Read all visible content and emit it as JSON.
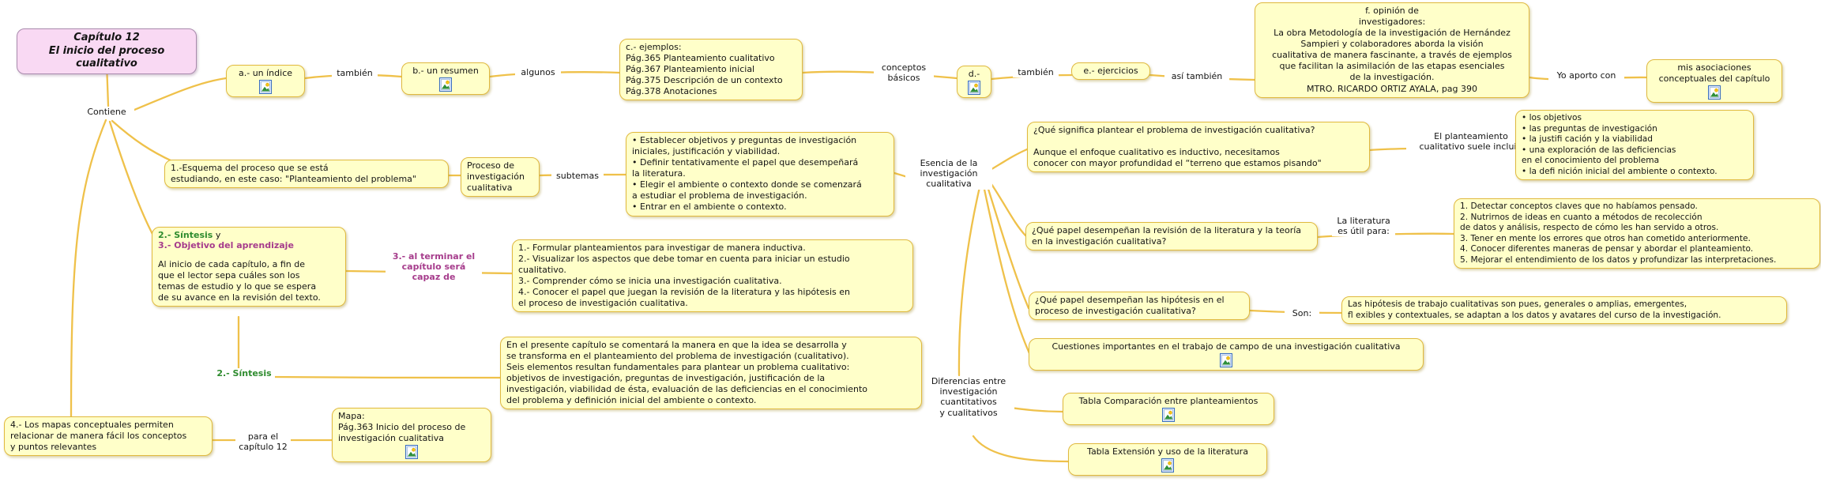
{
  "title": {
    "text": "Capítulo 12\nEl inicio del proceso cualitativo"
  },
  "labels": {
    "contiene": "Contiene",
    "tambien1": "también",
    "algunos": "algunos",
    "conceptos_basicos": "conceptos\nbásicos",
    "tambien2": "también",
    "asi_tambien": "así también",
    "yo_aporto": "Yo aporto con",
    "subtemas": "subtemas",
    "esencia": "Esencia de la\ninvestigación\ncualitativa",
    "planteamiento": "El planteamiento\ncualitativo suele incluir:",
    "literatura_util": "La literatura\nes útil para:",
    "son": "Son:",
    "diferencias": "Diferencias entre\ninvestigación\ncuantitativos\ny cualitativos",
    "terminar": "3.- al terminar el\ncapítulo será\ncapaz de",
    "sintesis": "2.- Síntesis",
    "para_capitulo": "para el\ncapítulo 12"
  },
  "nodes": {
    "a_indice": {
      "text": "a.- un índice"
    },
    "b_resumen": {
      "text": "b.- un resumen"
    },
    "c_ejemplos": {
      "text": "c.- ejemplos:\nPág.365 Planteamiento cualitativo\nPág.367 Planteamiento inicial\nPág.375 Descripción de un contexto\nPág.378 Anotaciones"
    },
    "d": {
      "text": "d.-"
    },
    "e_ejercicios": {
      "text": "e.- ejercicios"
    },
    "f_opinion": {
      "text": "f. opinión de\ninvestigadores:\nLa obra Metodología de la investigación de Hernández\nSampieri y colaboradores aborda la visión\ncualitativa de manera fascinante, a través de ejemplos\nque facilitan la asimilación de las etapas esenciales\nde la investigación.\nMTRO. RICARDO ORTIZ AYALA, pag 390"
    },
    "mis_asociaciones": {
      "text": "mis asociaciones\nconceptuales del capítulo"
    },
    "esquema": {
      "text": "1.-Esquema del proceso que se está\nestudiando, en este caso: \"Planteamiento del problema\""
    },
    "proceso": {
      "text": "Proceso de\ninvestigación\ncualitativa"
    },
    "subtemas_box": {
      "text": "• Establecer objetivos y preguntas de investigación\niniciales, justificación y viabilidad.\n• Definir tentativamente el papel que desempeñará\nla literatura.\n• Elegir el ambiente o contexto donde se comenzará\na estudiar el problema de investigación.\n• Entrar en el ambiente o contexto."
    },
    "q_significa": {
      "text": "¿Qué significa plantear el problema de investigación cualitativa?\n\nAunque el enfoque cualitativo es inductivo, necesitamos\nconocer con mayor profundidad el “terreno que estamos pisando\""
    },
    "incluir": {
      "text": "• los objetivos\n• las preguntas de investigación\n• la justifi cación y la viabilidad\n• una exploración de las deficiencias\nen el conocimiento del problema\n• la defi nición inicial del ambiente o contexto."
    },
    "q_literatura": {
      "text": "¿Qué papel desempeñan la revisión de la literatura y la teoría\nen la investigación cualitativa?"
    },
    "literatura_box": {
      "text": "1. Detectar conceptos claves que no habíamos pensado.\n2. Nutrirnos de ideas en cuanto a métodos de recolección\nde datos y análisis, respecto de cómo les han servido a otros.\n3. Tener en mente los errores que otros han cometido anteriormente.\n4. Conocer diferentes maneras de pensar y abordar el planteamiento.\n5. Mejorar el entendimiento de los datos y profundizar las interpretaciones."
    },
    "q_hipotesis": {
      "text": "¿Qué papel desempeñan las hipótesis en el\nproceso de investigación cualitativa?"
    },
    "hipotesis": {
      "text": "Las hipótesis de trabajo cualitativas son pues, generales o amplias, emergentes,\nfl exibles y contextuales, se adaptan a los datos y avatares del curso de la investigación."
    },
    "cuestiones": {
      "text": "Cuestiones importantes en el trabajo de campo de una investigación cualitativa"
    },
    "tabla_comparacion": {
      "text": "Tabla Comparación entre planteamientos"
    },
    "tabla_extension": {
      "text": "Tabla Extensión y uso de la literatura"
    },
    "sintesis_objetivo": {
      "green": "2.- Síntesis",
      "conj": " y",
      "magenta": "3.- Objetivo del aprendizaje",
      "body": "Al inicio de cada capítulo, a fin de\nque el lector sepa cuáles son los\ntemas de estudio y lo que se espera\nde su avance en la revisión del texto."
    },
    "capaz": {
      "text": "1.- Formular planteamientos para investigar de manera inductiva.\n2.- Visualizar los aspectos que debe tomar en cuenta para iniciar un estudio\ncualitativo.\n3.- Comprender cómo se inicia una investigación cualitativa.\n4.- Conocer el papel que juegan la revisión de la literatura y las hipótesis en\nel proceso de investigación cualitativa."
    },
    "presente": {
      "text": "En el presente capítulo se comentará la manera en que la idea se desarrolla y\nse transforma en el planteamiento del problema de investigación (cualitativo).\nSeis elementos resultan fundamentales para plantear un problema cualitativo:\nobjetivos de investigación, preguntas de investigación, justificación de la\ninvestigación, viabilidad de ésta, evaluación de las deficiencias en el conocimiento\ndel problema y definición inicial del ambiente o contexto."
    },
    "mapas": {
      "text": "4.- Los mapas conceptuales permiten\nrelacionar de manera fácil los conceptos\ny puntos relevantes"
    },
    "mapa_pag": {
      "text": "Mapa:\nPág.363 Inicio del proceso de\ninvestigación cualitativa"
    }
  },
  "colors": {
    "node_fill": "#FFFFC9",
    "node_border": "#E0B93E",
    "connector": "#EFC14A",
    "title_fill": "#F9D9F3",
    "title_border": "#A98BAD",
    "accent_green": "#2E8B2E",
    "accent_magenta": "#A63C8C"
  }
}
